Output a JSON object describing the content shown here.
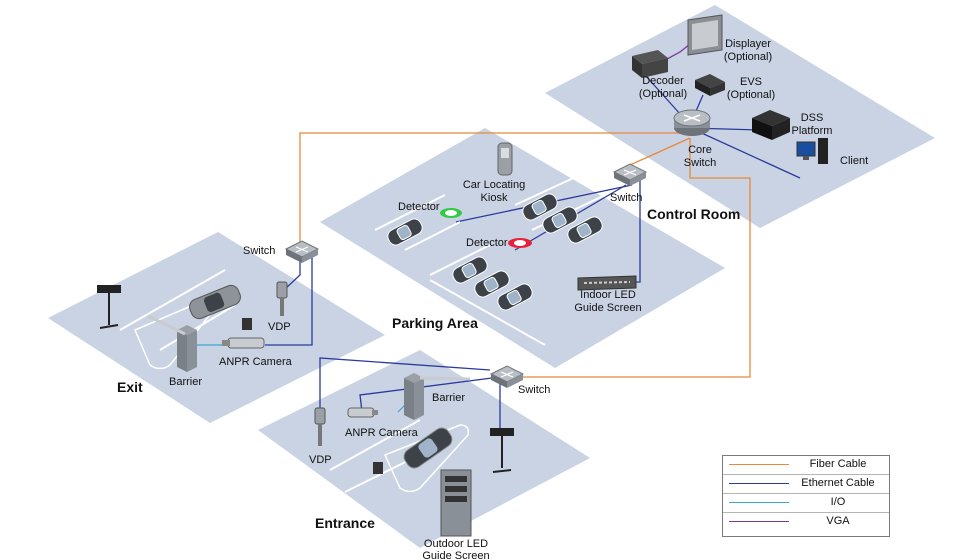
{
  "areas": {
    "control_room": "Control Room",
    "parking_area": "Parking Area",
    "exit": "Exit",
    "entrance": "Entrance"
  },
  "devices": {
    "displayer": [
      "Displayer",
      "(Optional)"
    ],
    "decoder": [
      "Decoder",
      "(Optional)"
    ],
    "evs": [
      "EVS",
      "(Optional)"
    ],
    "dss_platform": [
      "DSS",
      "Platform"
    ],
    "core_switch": [
      "Core",
      "Switch"
    ],
    "client": "Client",
    "switch_parking": "Switch",
    "switch_exit": "Switch",
    "switch_entrance": "Switch",
    "car_locating_kiosk": [
      "Car Locating",
      "Kiosk"
    ],
    "detector_1": "Detector",
    "detector_2": "Detector",
    "indoor_led": [
      "Indoor LED",
      "Guide Screen"
    ],
    "vdp_exit": "VDP",
    "anpr_exit": "ANPR Camera",
    "barrier_exit": "Barrier",
    "vdp_entrance": "VDP",
    "anpr_entrance": "ANPR Camera",
    "barrier_entrance": "Barrier",
    "outdoor_led": [
      "Outdoor LED",
      "Guide Screen"
    ]
  },
  "legend": [
    {
      "label": "Fiber Cable",
      "color": "#e8893a"
    },
    {
      "label": "Ethernet Cable",
      "color": "#2b3a9c"
    },
    {
      "label": "I/O",
      "color": "#3aa6cf"
    },
    {
      "label": "VGA",
      "color": "#7a3a9c"
    }
  ],
  "colors": {
    "platform": "#c9d3e3",
    "fiber": "#e8893a",
    "ethernet": "#2b3a9c",
    "io": "#3aa6cf",
    "vga": "#7a3a9c"
  }
}
